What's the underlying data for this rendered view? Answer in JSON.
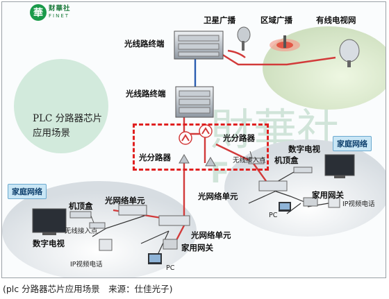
{
  "logo": {
    "badge": "華",
    "cn": "财華社",
    "en": "FINET"
  },
  "diagram": {
    "broadcast": {
      "satellite": "卫星广播",
      "regional": "区域广播",
      "cable_tv": "有线电视网"
    },
    "olt_1": "光线路终端",
    "olt_2": "光线路终端",
    "plc_scene": "PLC 分路器芯片应用场景",
    "splitter_left": "光分路器",
    "splitter_right": "光分路器",
    "home_network_left": "家庭网络",
    "home_network_right": "家庭网络",
    "left_home": {
      "set_top_box": "机顶盒",
      "onu": "光网络单元",
      "wireless_ap": "无线接入点",
      "digital_tv": "数字电视",
      "ip_phone": "IP视频电话",
      "pc": "PC",
      "onu_2": "光网络单元",
      "home_gateway": "家用网关"
    },
    "right_home": {
      "digital_tv": "数字电视",
      "set_top_box": "机顶盒",
      "wireless_ap": "无线接入点",
      "onu": "光网络单元",
      "home_gateway": "家用网关",
      "ip_phone": "IP视频电话",
      "pc": "PC"
    },
    "watermark": "財華社 FINET"
  },
  "caption": "(plc 分路器芯片应用场景　来源：仕佳光子)"
}
